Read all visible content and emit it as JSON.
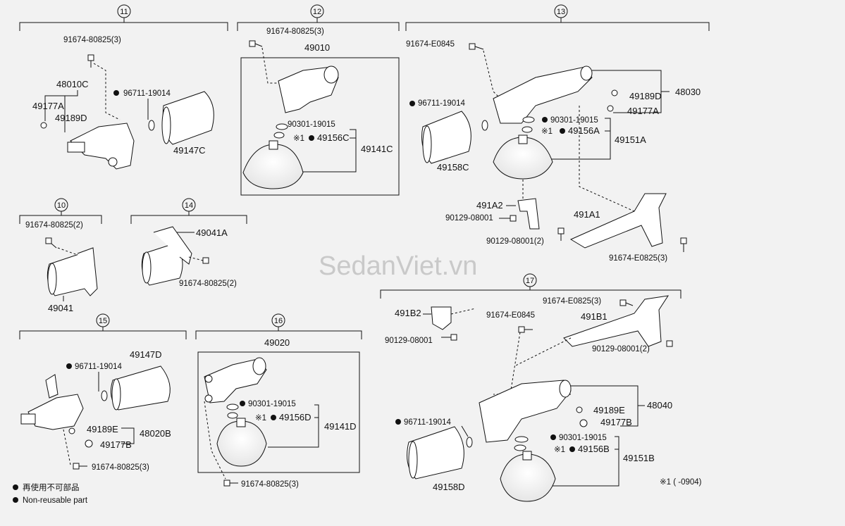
{
  "watermark": "SedanViet.vn",
  "groups": {
    "g11": {
      "num": "11",
      "p1": "91674-80825(3)",
      "p2": "48010C",
      "p3": "49177A",
      "p4": "49189D",
      "p5": "96711-19014",
      "p6": "49147C"
    },
    "g12": {
      "num": "12",
      "p1": "91674-80825(3)",
      "p2": "49010",
      "p3": "90301-19015",
      "p4": "49156C",
      "p5": "49141C"
    },
    "g13": {
      "num": "13",
      "p1": "91674-E0845",
      "p2": "96711-19014",
      "p3": "49158C",
      "p4": "49189D",
      "p5": "48030",
      "p6": "49177A",
      "p7": "90301-19015",
      "p8": "49156A",
      "p9": "49151A",
      "p10": "491A2",
      "p11": "90129-08001",
      "p12": "491A1",
      "p13": "90129-08001(2)",
      "p14": "91674-E0825(3)"
    },
    "g10": {
      "num": "10",
      "p1": "91674-80825(2)",
      "p2": "49041"
    },
    "g14": {
      "num": "14",
      "p1": "49041A",
      "p2": "91674-80825(2)"
    },
    "g15": {
      "num": "15",
      "p1": "49147D",
      "p2": "96711-19014",
      "p3": "49189E",
      "p4": "48020B",
      "p5": "49177B",
      "p6": "91674-80825(3)"
    },
    "g16": {
      "num": "16",
      "p1": "49020",
      "p2": "90301-19015",
      "p3": "49156D",
      "p4": "49141D",
      "p5": "91674-80825(3)"
    },
    "g17": {
      "num": "17",
      "p1": "491B2",
      "p2": "90129-08001",
      "p3": "91674-E0845",
      "p4": "91674-E0825(3)",
      "p5": "491B1",
      "p6": "90129-08001(2)",
      "p7": "48040",
      "p8": "49189E",
      "p9": "49177B",
      "p10": "96711-19014",
      "p11": "49158D",
      "p12": "90301-19015",
      "p13": "49156B",
      "p14": "49151B"
    }
  },
  "ref_mark": "※1",
  "footnote": "※1 (     -0904)",
  "legend": {
    "jp": "再使用不可部品",
    "en": "Non-reusable part"
  }
}
